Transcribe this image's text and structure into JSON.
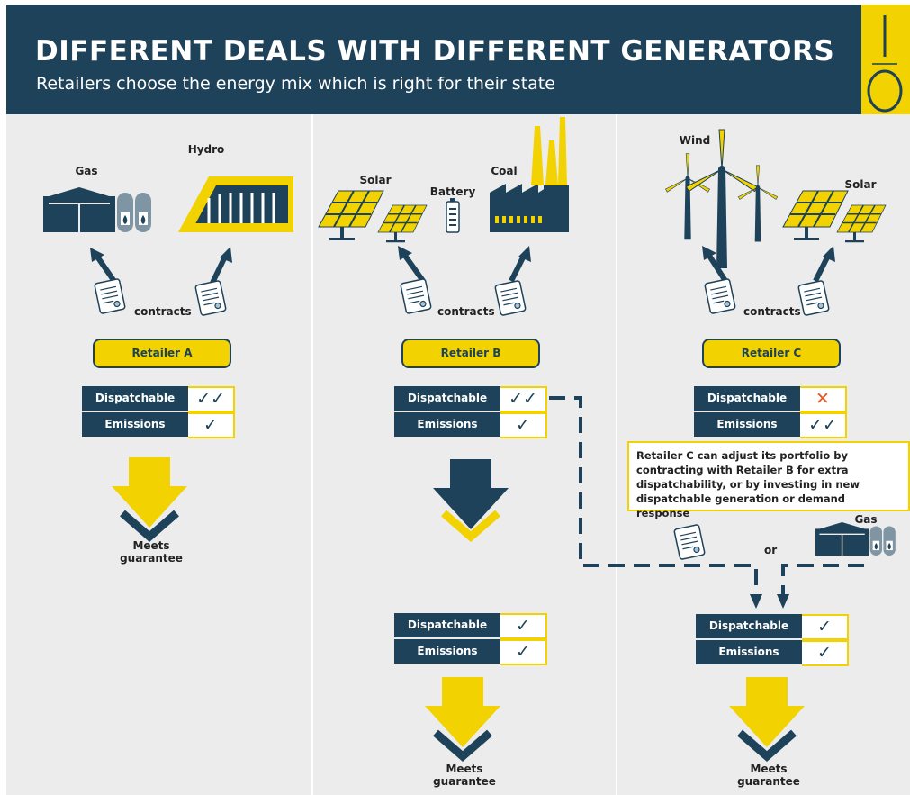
{
  "header": {
    "title": "DIFFERENT DEALS WITH DIFFERENT GENERATORS",
    "subtitle": "Retailers choose the energy mix which is right for their state"
  },
  "colors": {
    "navy": "#1e4259",
    "yellow": "#f2d200",
    "panel": "#ececec",
    "cross": "#e25a26"
  },
  "contracts_label": "contracts",
  "table_keys": {
    "dispatchable": "Dispatchable",
    "emissions": "Emissions"
  },
  "marks": {
    "check": "✓",
    "double_check": "✓✓",
    "cross": "✕"
  },
  "retailer_a": {
    "label": "Retailer A",
    "generators": [
      "Gas",
      "Hydro"
    ],
    "dispatchable": "✓✓",
    "emissions": "✓",
    "outcome": [
      "Meets",
      "guarantee"
    ]
  },
  "retailer_b": {
    "label": "Retailer B",
    "generators": [
      "Solar",
      "Battery",
      "Coal"
    ],
    "dispatchable": "✓✓",
    "emissions": "✓",
    "final_dispatchable": "✓",
    "final_emissions": "✓",
    "outcome": [
      "Meets",
      "guarantee"
    ]
  },
  "retailer_c": {
    "label": "Retailer C",
    "generators": [
      "Wind",
      "Solar"
    ],
    "dispatchable": "✕",
    "emissions": "✓✓",
    "note": "Retailer C can adjust its portfolio by contracting with Retailer B for extra dispatchability, or by investing in new dispatchable generation or demand response",
    "alt_label": "or",
    "alt_generator": "Gas",
    "final_dispatchable": "✓",
    "final_emissions": "✓",
    "outcome": [
      "Meets",
      "guarantee"
    ]
  }
}
